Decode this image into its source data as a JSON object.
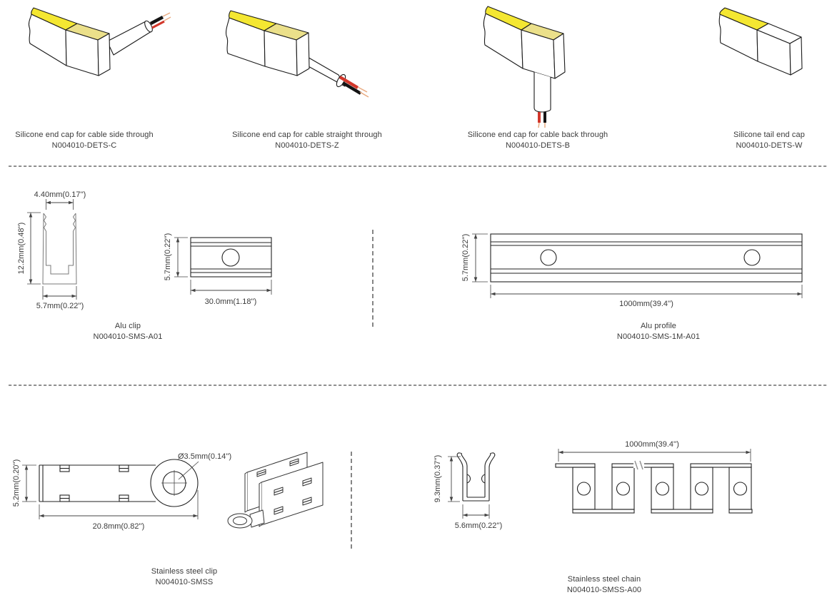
{
  "page": {
    "background": "#ffffff",
    "line_color": "#222222",
    "text_color": "#3b3b3b",
    "strip_yellow": "#f4e732",
    "cap_yellow": "#ebe08a",
    "wire_red": "#d2372b",
    "wire_black": "#141414",
    "wire_copper": "#e9ab82"
  },
  "end_caps": [
    {
      "name": "Silicone end cap for cable side through",
      "code": "N004010-DETS-C"
    },
    {
      "name": "Silicone end cap for cable straight through",
      "code": "N004010-DETS-Z"
    },
    {
      "name": "Silicone end cap for cable back through",
      "code": "N004010-DETS-B"
    },
    {
      "name": "Silicone tail end cap",
      "code": "N004010-DETS-W"
    }
  ],
  "alu_clip": {
    "name": "Alu clip",
    "code": "N004010-SMS-A01",
    "dim_top_width": "4.40mm(0.17'')",
    "dim_height": "12.2mm(0.48'')",
    "dim_bottom_width": "5.7mm(0.22'')",
    "side_dim_height": "5.7mm(0.22'')",
    "side_dim_length": "30.0mm(1.18'')"
  },
  "alu_profile": {
    "name": "Alu profile",
    "code": "N004010-SMS-1M-A01",
    "dim_height": "5.7mm(0.22'')",
    "dim_length": "1000mm(39.4'')"
  },
  "steel_clip": {
    "name": "Stainless steel clip",
    "code": "N004010-SMSS",
    "dim_width": "5.2mm(0.20'')",
    "dim_length": "20.8mm(0.82'')",
    "dim_hole": "Ø3.5mm(0.14'')"
  },
  "steel_chain": {
    "name": "Stainless steel chain",
    "code": "N004010-SMSS-A00",
    "dim_clip_height": "9.3mm(0.37'')",
    "dim_clip_width": "5.6mm(0.22'')",
    "dim_length": "1000mm(39.4'')"
  }
}
